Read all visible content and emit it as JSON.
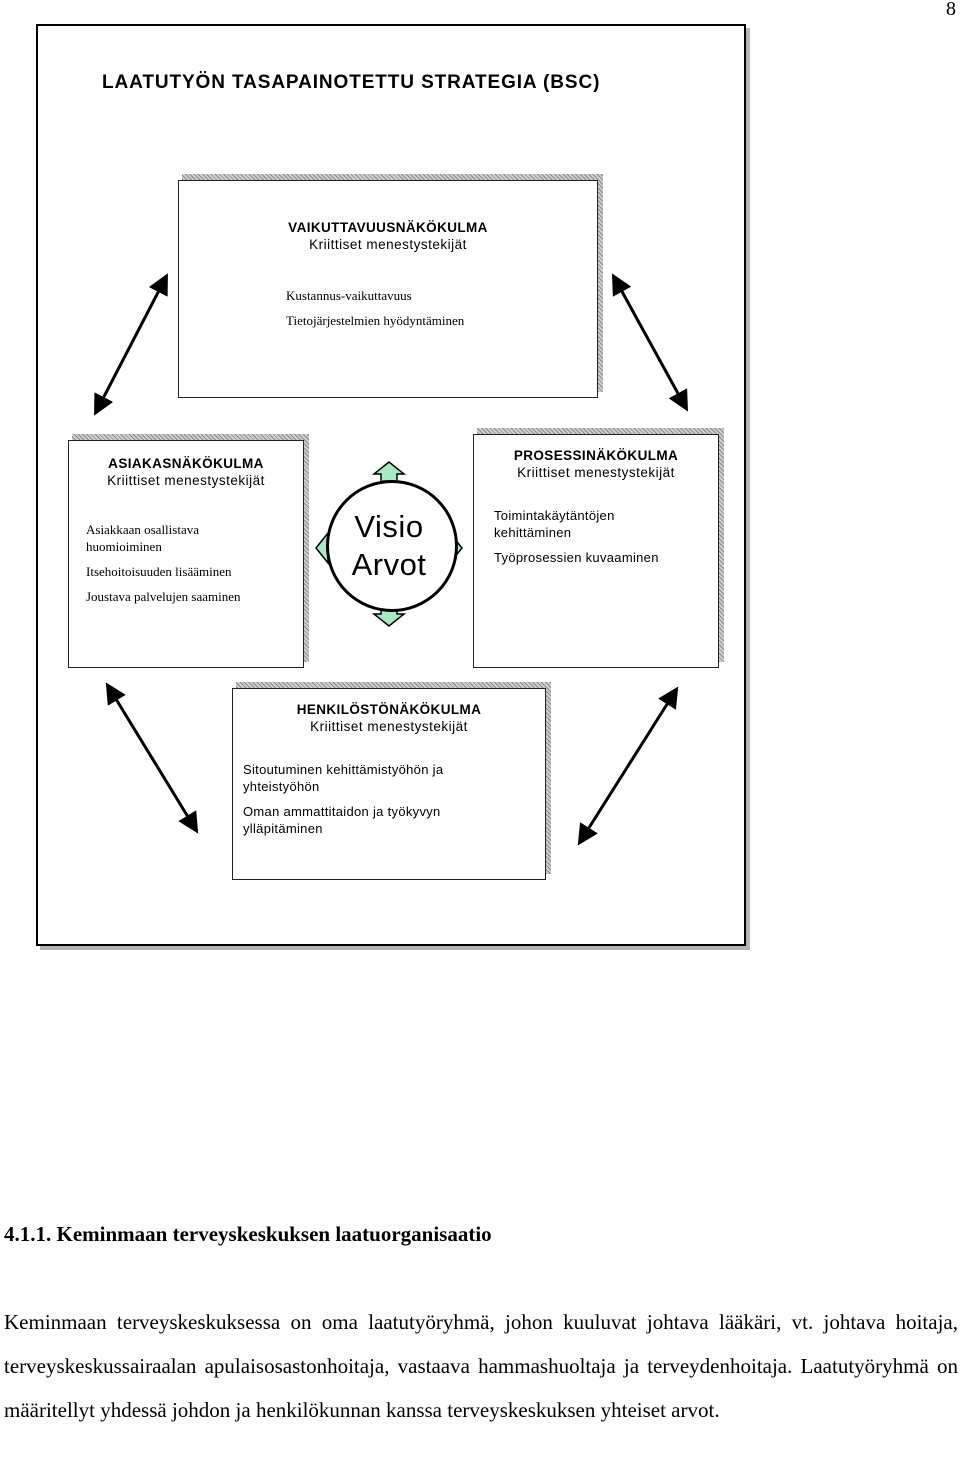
{
  "page_number": "8",
  "figure": {
    "title": "LAATUTYÖN TASAPAINOTETTU STRATEGIA (BSC)",
    "center": {
      "line1": "Visio",
      "line2": "Arvot"
    },
    "impact": {
      "title": "VAIKUTTAVUUSNÄKÖKULMA",
      "subtitle": "Kriittiset menestystekijät",
      "items": [
        "Kustannus-vaikuttavuus",
        "Tietojärjestelmien hyödyntäminen"
      ]
    },
    "customer": {
      "title": "ASIAKASNÄKÖKULMA",
      "subtitle": "Kriittiset menestystekijät",
      "items": [
        "Asiakkaan osallistava huomioiminen",
        "Itsehoitoisuuden lisääminen",
        "Joustava palvelujen saaminen"
      ]
    },
    "process": {
      "title": "PROSESSINÄKÖKULMA",
      "subtitle": "Kriittiset menestystekijät",
      "items": [
        "Toimintakäytäntöjen kehittäminen",
        "Työprosessien kuvaaminen"
      ]
    },
    "staff": {
      "title": "HENKILÖSTÖNÄKÖKULMA",
      "subtitle": "Kriittiset menestystekijät",
      "items": [
        "Sitoutuminen kehittämistyöhön ja yhteistyöhön",
        "Oman ammattitaidon ja työkyvyn ylläpitäminen"
      ]
    }
  },
  "section": {
    "heading": "4.1.1. Keminmaan terveyskeskuksen laatuorganisaatio",
    "paragraph": "Keminmaan terveyskeskuksessa on oma laatutyöryhmä, johon kuuluvat johtava lääkäri, vt. johtava hoitaja, terveyskeskussairaalan apulaisosastonhoitaja, vastaava hammashuoltaja ja terveydenhoitaja. Laatutyöryhmä on määritellyt yhdessä johdon ja henkilökunnan kanssa terveyskeskuksen yhteiset arvot."
  }
}
